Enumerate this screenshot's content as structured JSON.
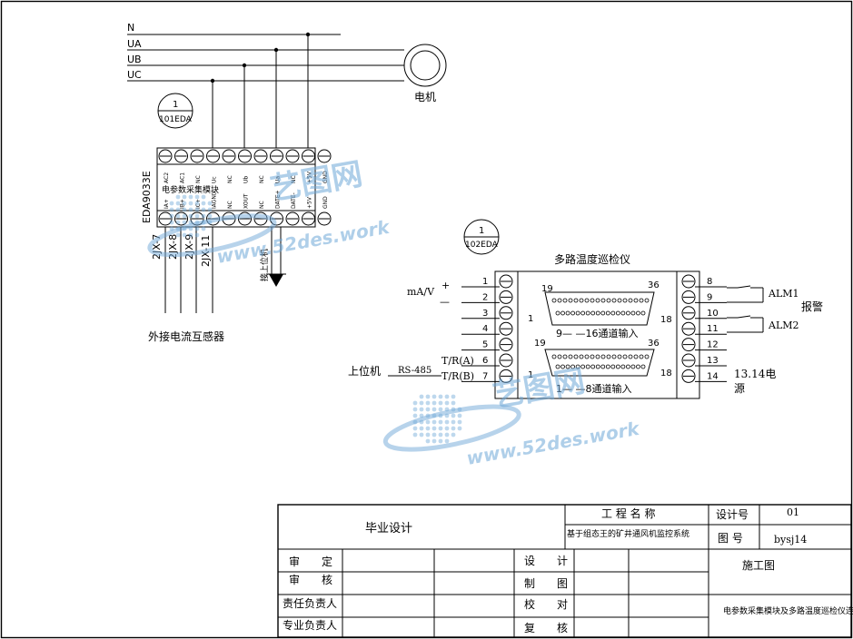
{
  "power_lines": {
    "n": "N",
    "ua": "UA",
    "ub": "UB",
    "uc": "UC"
  },
  "motor_label": "电机",
  "module1": {
    "ref_number": "1",
    "ref_code": "101EDA",
    "model": "EDA9033E",
    "title": "电参数采集模块",
    "top_terminals": [
      "AC2",
      "AC1",
      "NC",
      "Uc",
      "NC",
      "Ub",
      "NC",
      "Ua",
      "NC",
      "+5V",
      "GND"
    ],
    "bottom_terminals": [
      "IA+",
      "IB+",
      "IC+",
      "IAGND",
      "NC",
      "XOUT",
      "NC",
      "DATE+",
      "DATE-",
      "+5V",
      "GND"
    ],
    "ct_labels": [
      "2JX-7",
      "2JX-8",
      "2JX-9",
      "2JX-11"
    ],
    "upper_computer_label": "接上位机",
    "ct_caption": "外接电流互感器"
  },
  "module2": {
    "ref_number": "1",
    "ref_code": "102EDA",
    "title": "多路温度巡检仪",
    "left_pins": [
      "1",
      "2",
      "3",
      "4",
      "5",
      "6",
      "7"
    ],
    "right_pins": [
      "8",
      "9",
      "10",
      "11",
      "12",
      "13",
      "14"
    ],
    "upper_connector": {
      "pin_tl": "19",
      "pin_tr": "36",
      "pin_bl": "1",
      "pin_br": "18",
      "label": "9— —16通道输入"
    },
    "lower_connector": {
      "pin_tl": "19",
      "pin_tr": "36",
      "pin_bl": "1",
      "pin_br": "18",
      "label": "1— —8通道输入"
    },
    "ma_v": "mA/V",
    "plus": "+",
    "minus": "—",
    "tr_a": "T/R(A)",
    "tr_b": "T/R(B)",
    "rs485": "RS-485",
    "upper_computer": "上位机",
    "alm1": "ALM1",
    "alm2": "ALM2",
    "alarm": "报警",
    "power_a": "13.14电",
    "power_b": "源"
  },
  "watermark": {
    "brand": "艺图网",
    "url": "www.52des.work"
  },
  "title_block": {
    "graduation": "毕业设计",
    "project_name_label": "工 程 名 称",
    "project_name": "基于组态王的矿井通风机监控系统",
    "design_no_label": "设计号",
    "design_no": "01",
    "drawing_no_label": "图 号",
    "drawing_no": "bysj14",
    "stage": "施工图",
    "drawing_title": "电参数采集模块及多路温度巡检仪连接图",
    "rows_left": [
      "审　　定",
      "审　　核",
      "责任负责人",
      "专业负责人"
    ],
    "rows_mid": [
      "设　　计",
      "制　　图",
      "校　　对",
      "复　　核"
    ]
  }
}
